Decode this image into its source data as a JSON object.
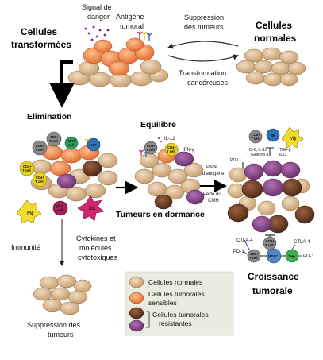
{
  "top": {
    "cellules_transformees": [
      "Cellules",
      "transformées"
    ],
    "signal_danger": [
      "Signal de",
      "danger"
    ],
    "antigene_tumoral": [
      "Antigène",
      "tumoral"
    ],
    "suppression_tumeurs_top": [
      "Suppression",
      "des tumeurs"
    ],
    "cellules_normales": [
      "Cellules",
      "normales"
    ],
    "transformation_cancereuses": [
      "Transformation",
      "cancéreuses"
    ]
  },
  "phases": {
    "elimination": "Elimination",
    "equilibre": "Equilibre",
    "tumeurs_dormance": "Tumeurs en dormance",
    "croissance_tumorale": [
      "Croissance",
      "tumorale"
    ]
  },
  "side_labels": {
    "immunite": "Immunité",
    "cytokines": [
      "Cytokines et",
      "molécules",
      "cytotoxiques"
    ],
    "suppression_bottom": [
      "Suppression des",
      "tumeurs"
    ],
    "perte_antigene": [
      "Perte",
      "d'antigène"
    ],
    "perte_cmh": [
      "Perte du",
      "CMH"
    ]
  },
  "molecules": {
    "il12": "IL-12",
    "ifng": "IFN-γ",
    "pdl1": "PD-L1",
    "il6": "IL-6, IL-10",
    "galectin": "Galectin-1",
    "tgfb": "TGF-β",
    "ido": "IDO",
    "ctla4_left": "CTLA-4",
    "pd1_left": "PD-1",
    "ctla4_right": "CTLA-4",
    "pd1_right": "PD-1"
  },
  "immune_cells": {
    "cd8": [
      "CD8+",
      "T cell"
    ],
    "cd4": [
      "CD4+",
      "T cell"
    ],
    "nkt": [
      "NKT",
      "cell"
    ],
    "nk": "NK",
    "mphi": "Mϕ",
    "gdt": [
      "γδ T",
      "cell"
    ],
    "dc": "DC",
    "mdsc": "MDSC",
    "treg": "Treg"
  },
  "legend": {
    "normal": "Cellules normales",
    "sensible": [
      "Cellules tumorales",
      "sensibles"
    ],
    "resistant": [
      "Cellules tumorales",
      "résistantes"
    ]
  },
  "colors": {
    "normal_cell": "#d6b48a",
    "sensitive_cell": "#f08a4b",
    "resistant_dark": "#6b3a22",
    "resistant_purple": "#8a4a8c",
    "cd8": "#7a7a7a",
    "cd4": "#e8d21f",
    "nk": "#2f6fb5",
    "nkt": "#2d9a5a",
    "mphi": "#f1de2c",
    "dc": "#d1266e",
    "mdsc": "#4f86c6",
    "treg": "#3fae4f",
    "legend_bg": "#e9ecdf"
  }
}
